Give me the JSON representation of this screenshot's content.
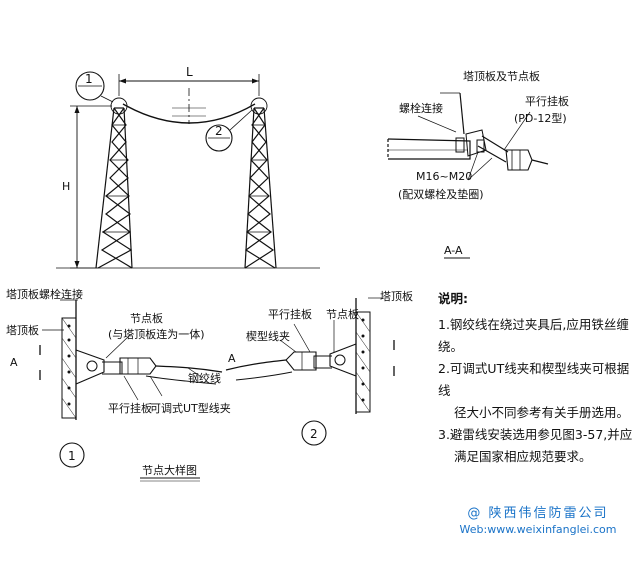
{
  "top_left": {
    "span_label": "L",
    "height_label": "H",
    "callout_1": "1",
    "callout_2": "2"
  },
  "top_right": {
    "tower_plate_node_plate": "塔顶板及节点板",
    "bolt_connection": "螺栓连接",
    "parallel_plate": "平行挂板",
    "parallel_plate_model": "(PD-12型)",
    "bolt_spec": "M16~M20",
    "bolt_spec_note": "(配双螺栓及垫圈)",
    "section_label": "A-A"
  },
  "detail_1": {
    "tower_plate_bolt": "塔顶板螺栓连接",
    "tower_plate": "塔顶板",
    "section_mark": "A",
    "node_plate": "节点板",
    "node_plate_note": "(与塔顶板连为一体)",
    "steel_strand": "钢绞线",
    "parallel_plate": "平行挂板",
    "ut_clamp": "可调式UT型线夹",
    "number": "1"
  },
  "detail_2": {
    "parallel_plate": "平行挂板",
    "tower_plate": "塔顶板",
    "wedge_clamp": "楔型线夹",
    "node_plate": "节点板",
    "section_mark": "A",
    "number": "2"
  },
  "caption": "节点大样图",
  "notes": {
    "title": "说明:",
    "item1": "1.钢绞线在绕过夹具后,应用铁丝缠绕。",
    "item2_a": "2.可调式UT线夹和楔型线夹可根据线",
    "item2_b": "径大小不同参考有关手册选用。",
    "item3_a": "3.避雷线安装选用参见图3-57,并应",
    "item3_b": "满足国家相应规范要求。"
  },
  "watermark": {
    "company": "@ 陕西伟信防雷公司",
    "url": "Web:www.weixinfanglei.com"
  }
}
